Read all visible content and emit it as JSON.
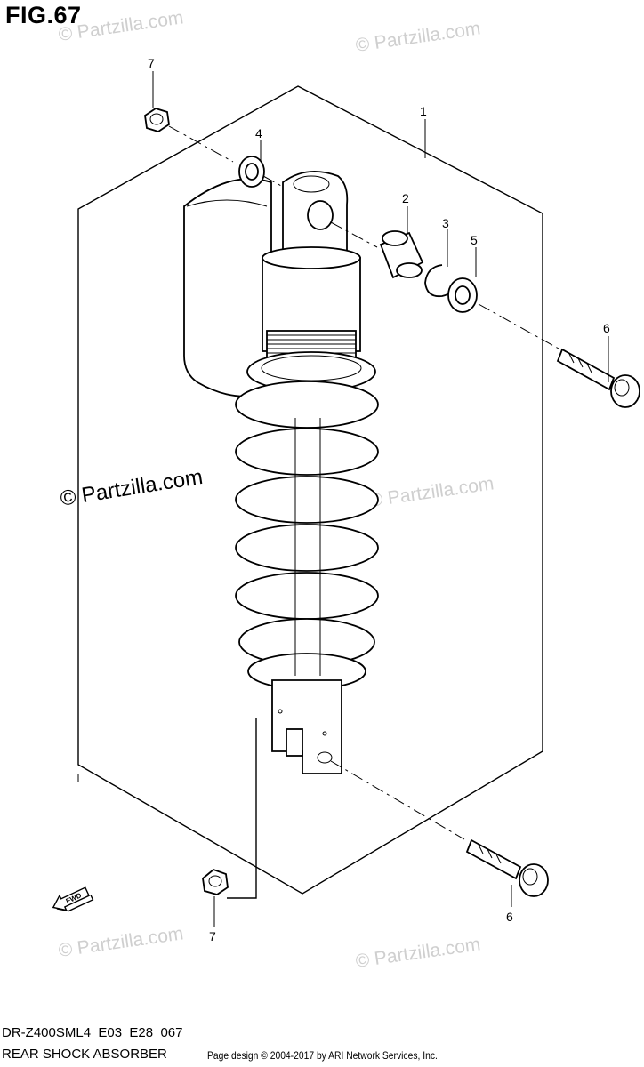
{
  "figure": {
    "title": "FIG.67",
    "model_code": "DR-Z400SML4_E03_E28_067",
    "diagram_title": "REAR SHOCK ABSORBER",
    "copyright": "Page design © 2004-2017 by ARI Network Services, Inc.",
    "fwd_label": "FWD"
  },
  "watermarks": {
    "main": "© Partzilla.com",
    "faint": "© Partzilla.com"
  },
  "callouts": [
    {
      "id": "callout-1",
      "label": "1"
    },
    {
      "id": "callout-2",
      "label": "2"
    },
    {
      "id": "callout-3",
      "label": "3"
    },
    {
      "id": "callout-4",
      "label": "4"
    },
    {
      "id": "callout-5",
      "label": "5"
    },
    {
      "id": "callout-6-top",
      "label": "6"
    },
    {
      "id": "callout-6-bottom",
      "label": "6"
    },
    {
      "id": "callout-7-top",
      "label": "7"
    },
    {
      "id": "callout-7-bottom",
      "label": "7"
    }
  ],
  "parts": [
    {
      "number": "1",
      "name": "shock absorber assembly"
    },
    {
      "number": "2",
      "name": "bushing"
    },
    {
      "number": "3",
      "name": "circlip"
    },
    {
      "number": "4",
      "name": "washer"
    },
    {
      "number": "5",
      "name": "washer"
    },
    {
      "number": "6",
      "name": "bolt"
    },
    {
      "number": "7",
      "name": "nut"
    }
  ]
}
